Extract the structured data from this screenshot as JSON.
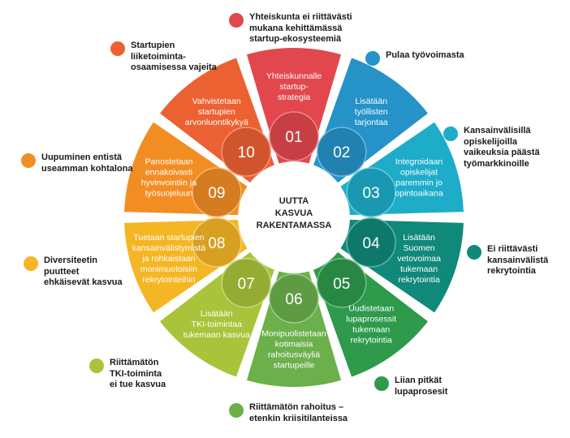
{
  "center": {
    "lines": [
      "UUTTA",
      "KASVUA",
      "RAKENTAMASSA"
    ]
  },
  "segments": [
    {
      "num": "01",
      "color": "#e2474d",
      "lines": [
        "Yhteiskunnalle",
        "startup-",
        "strategia"
      ]
    },
    {
      "num": "02",
      "color": "#2593c8",
      "lines": [
        "Lisätään",
        "työllisten",
        "tarjontaa"
      ]
    },
    {
      "num": "03",
      "color": "#1dadc9",
      "lines": [
        "Integroidaan",
        "opiskelijat",
        "paremmin jo",
        "opintoaikana"
      ]
    },
    {
      "num": "04",
      "color": "#10897a",
      "lines": [
        "Lisätään",
        "Suomen",
        "vetovoimaa",
        "tukemaan",
        "rekrytointia"
      ]
    },
    {
      "num": "05",
      "color": "#2d9a4c",
      "lines": [
        "Uudistetaan",
        "lupaprosessit",
        "tukemaan",
        "rekrytointia"
      ]
    },
    {
      "num": "06",
      "color": "#6bb04b",
      "lines": [
        "Monipuolistetaan",
        "kotimaisia",
        "rahoitusväyliä",
        "startupeille"
      ]
    },
    {
      "num": "07",
      "color": "#a8c43a",
      "lines": [
        "Lisätään",
        "TKI-toimintaa",
        "tukemaan kasvua"
      ]
    },
    {
      "num": "08",
      "color": "#f5b625",
      "lines": [
        "Tuetaan startupien",
        "kansainvälistymistä",
        "ja rohkaistaan",
        "monimuotoisiin",
        "rekrytointeihin"
      ]
    },
    {
      "num": "09",
      "color": "#f28d24",
      "lines": [
        "Panostetaan",
        "ennakoivasti",
        "hyvinvointiin ja",
        "työsuojeluun"
      ]
    },
    {
      "num": "10",
      "color": "#ec6132",
      "lines": [
        "Vahvistetaan",
        "startupien",
        "arvonluontikykyä"
      ]
    }
  ],
  "challenges": [
    {
      "id": "c1",
      "color": "#e2474d",
      "text": "Yhteiskunta ei riittävästi\nmukana kehittämässä\nstartup-ekosysteemiä"
    },
    {
      "id": "c2",
      "color": "#2593c8",
      "text": "Pulaa työvoimasta"
    },
    {
      "id": "c3",
      "color": "#1dadc9",
      "text": "Kansainvälisillä\nopiskelijoilla\nvaikeuksia päästä\ntyömarkkinoille"
    },
    {
      "id": "c4",
      "color": "#10897a",
      "text": "Ei riittävästi\nkansainvälistä\nrekrytointia"
    },
    {
      "id": "c5",
      "color": "#2d9a4c",
      "text": "Liian pitkät\nlupaprosesit"
    },
    {
      "id": "c6",
      "color": "#6bb04b",
      "text": "Riittämätön rahoitus –\netenkin kriisitilanteissa"
    },
    {
      "id": "c7",
      "color": "#a8c43a",
      "text": "Riittämätön\nTKI-toiminta\nei tue kasvua"
    },
    {
      "id": "c8",
      "color": "#f5b625",
      "text": "Diversiteetin\npuutteet\nehkäisevät kasvua"
    },
    {
      "id": "c9",
      "color": "#f28d24",
      "text": "Uupuminen entistä\nuseamman kohtalona"
    },
    {
      "id": "c10",
      "color": "#ec6132",
      "text": "Startupien\nliiketoiminta-\nosaamisessa vajeita"
    }
  ]
}
